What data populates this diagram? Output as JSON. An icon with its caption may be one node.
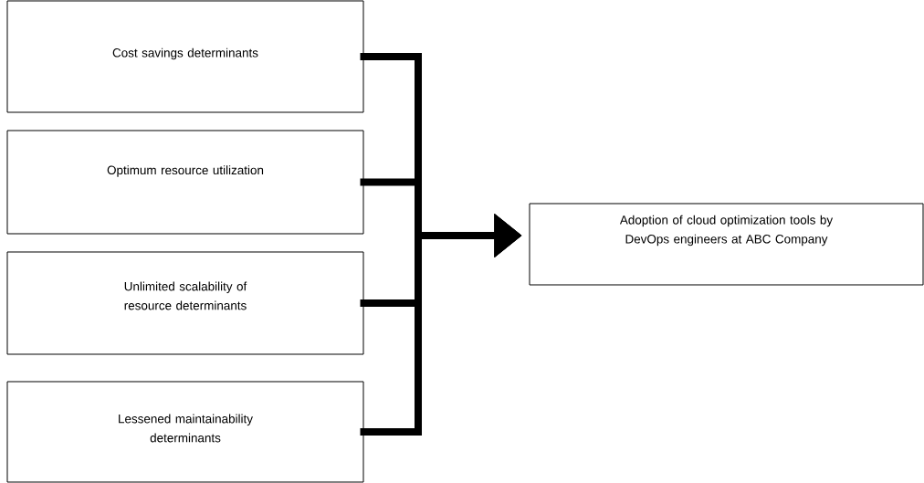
{
  "diagram": {
    "nodes": [
      {
        "text": [
          "Cost savings determinants"
        ]
      },
      {
        "text": [
          "Optimum resource utilization"
        ]
      },
      {
        "text": [
          "Unlimited scalability of resource determinants"
        ]
      },
      {
        "text": [
          "Lessened maintainability determinants"
        ]
      },
      {
        "text": [
          "Adoption of cloud optimization tools by DevOps engineers at ABC Company"
        ]
      }
    ],
    "edges": [
      {
        "from": 0,
        "to": 4,
        "arrow": "to"
      },
      {
        "from": 1,
        "to": 4,
        "arrow": "to"
      },
      {
        "from": 2,
        "to": 4,
        "arrow": "to"
      },
      {
        "from": 3,
        "to": 4,
        "arrow": "to"
      }
    ]
  }
}
